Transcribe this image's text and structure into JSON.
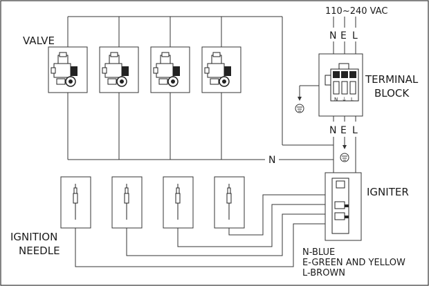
{
  "diagram": {
    "supply_label": "110~240 VAC",
    "supply_terminals": [
      "N",
      "E",
      "L"
    ],
    "output_terminals": [
      "N",
      "E",
      "L"
    ],
    "valve_label": "VALVE",
    "terminal_block_label_line1": "TERMINAL",
    "terminal_block_label_line2": "BLOCK",
    "block_terminal_marks": [
      "N",
      "⏚",
      "L"
    ],
    "neutral_wire_label": "N",
    "igniter_label": "IGNITER",
    "ignition_needle_label_line1": "IGNITION",
    "ignition_needle_label_line2": "NEEDLE",
    "legend": [
      "N-BLUE",
      "E-GREEN AND YELLOW",
      "L-BROWN"
    ],
    "valve_count": 4,
    "needle_count": 4,
    "ground_symbol": "ground-symbol"
  }
}
